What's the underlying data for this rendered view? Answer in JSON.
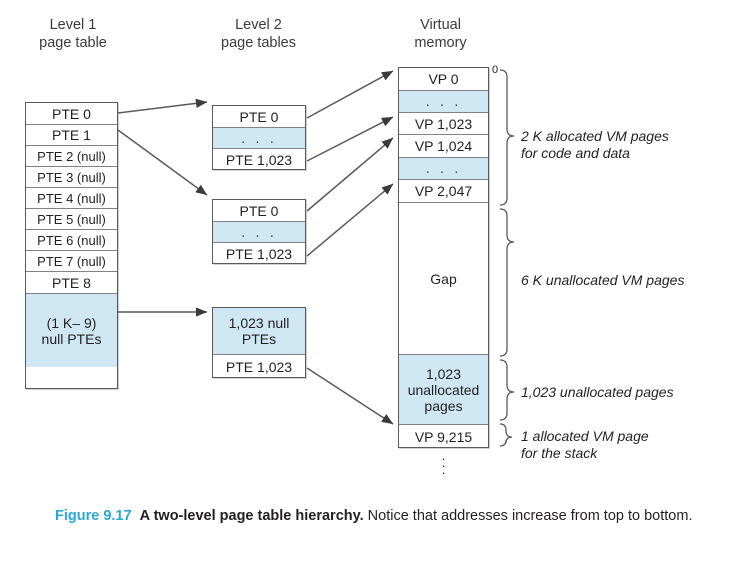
{
  "figure": {
    "number": "Figure 9.17",
    "title": "A two-level page table hierarchy.",
    "body": "Notice that addresses increase from top to bottom."
  },
  "headings": {
    "level1": "Level 1\npage table",
    "level1_line1": "Level 1",
    "level1_line2": "page table",
    "level2_line1": "Level 2",
    "level2_line2": "page tables",
    "vm_line1": "Virtual",
    "vm_line2": "memory"
  },
  "level1_table": {
    "entries": [
      "PTE 0",
      "PTE 1",
      "PTE 2 (null)",
      "PTE 3 (null)",
      "PTE 4 (null)",
      "PTE 5 (null)",
      "PTE 6 (null)",
      "PTE 7 (null)",
      "PTE 8"
    ],
    "tail_line1": "(1 K– 9)",
    "tail_line2": "null PTEs"
  },
  "level2_tables": [
    {
      "rows": [
        "PTE 0",
        ". . .",
        "PTE 1,023"
      ]
    },
    {
      "rows": [
        "PTE 0",
        ". . .",
        "PTE 1,023"
      ]
    },
    {
      "rows": [
        "1,023 null",
        "PTEs",
        "PTE 1,023"
      ]
    }
  ],
  "level2_table3": {
    "null_line1": "1,023 null",
    "null_line2": "PTEs",
    "last": "PTE 1,023"
  },
  "virtual_memory": {
    "zero_label": "0",
    "rows": [
      "VP 0",
      ". . .",
      "VP 1,023",
      "VP 1,024",
      ". . .",
      "VP 2,047",
      "Gap",
      "1,023 unallocated pages",
      "VP 9,215"
    ],
    "gap_label": "Gap",
    "unalloc_line1": "1,023",
    "unalloc_line2": "unallocated",
    "unalloc_line3": "pages",
    "stack_page": "VP 9,215",
    "ellipsis_vertical": "⋮"
  },
  "annotations": [
    {
      "line1": "2 K allocated VM pages",
      "line2": "for code and data"
    },
    {
      "line1": "6 K unallocated VM pages",
      "line2": ""
    },
    {
      "line1": "1,023 unallocated pages",
      "line2": ""
    },
    {
      "line1": "1 allocated VM page",
      "line2": "for the stack"
    }
  ],
  "colors": {
    "accent": "#2ba6d9",
    "fill_blue": "#cfe7f2",
    "stroke": "#58595b",
    "text": "#231f20"
  }
}
